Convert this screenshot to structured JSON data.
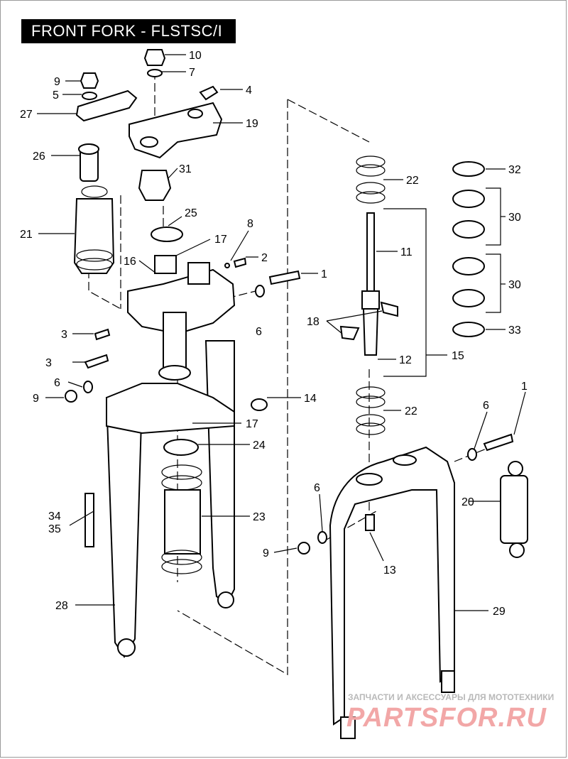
{
  "title": "FRONT FORK - FLSTSC/I",
  "callouts": [
    "10",
    "7",
    "9",
    "5",
    "4",
    "27",
    "19",
    "26",
    "31",
    "22",
    "32",
    "25",
    "30",
    "21",
    "17",
    "8",
    "2",
    "11",
    "16",
    "1",
    "30",
    "18",
    "3",
    "6",
    "33",
    "15",
    "3",
    "12",
    "6",
    "9",
    "14",
    "22",
    "1",
    "17",
    "6",
    "24",
    "20",
    "6",
    "23",
    "34",
    "35",
    "9",
    "13",
    "28",
    "29"
  ],
  "watermark": {
    "text": "ЗАПЧАСТИ И АКСЕССУАРЫ ДЛЯ МОТОТЕХНИКИ",
    "logo": "PARTSFOR.RU"
  }
}
